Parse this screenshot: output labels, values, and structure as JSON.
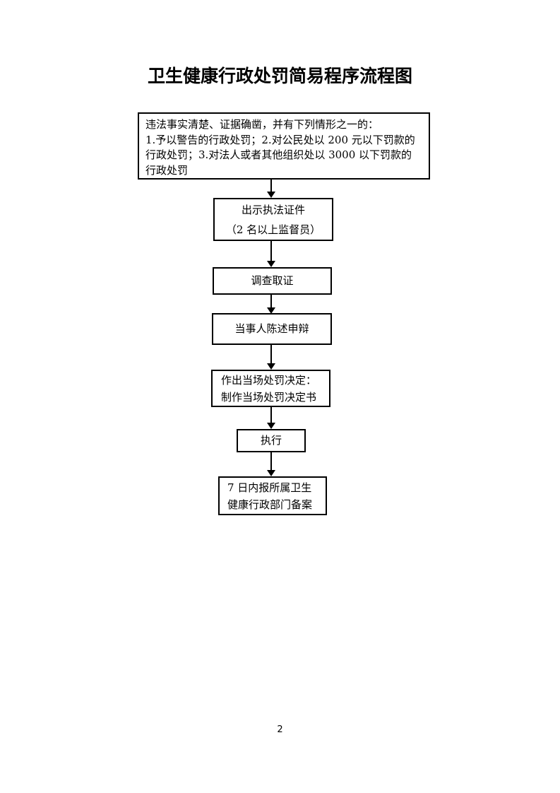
{
  "page": {
    "title": "卫生健康行政处罚简易程序流程图",
    "page_number": "2"
  },
  "flowchart": {
    "nodes": [
      {
        "lines": [
          "违法事实清楚、证据确凿，并有下列情形之一的：",
          "1.予以警告的行政处罚；2.对公民处以 200 元以下罚款的",
          "行政处罚；3.对法人或者其他组织处以 3000 以下罚款的",
          "行政处罚"
        ]
      },
      {
        "lines": [
          "出示执法证件",
          "（2 名以上监督员）"
        ]
      },
      {
        "lines": [
          "调查取证"
        ]
      },
      {
        "lines": [
          "当事人陈述申辩"
        ]
      },
      {
        "lines": [
          "作出当场处罚决定：",
          "制作当场处罚决定书"
        ]
      },
      {
        "lines": [
          "执行"
        ]
      },
      {
        "lines": [
          "7 日内报所属卫生",
          "健康行政部门备案"
        ]
      }
    ]
  }
}
